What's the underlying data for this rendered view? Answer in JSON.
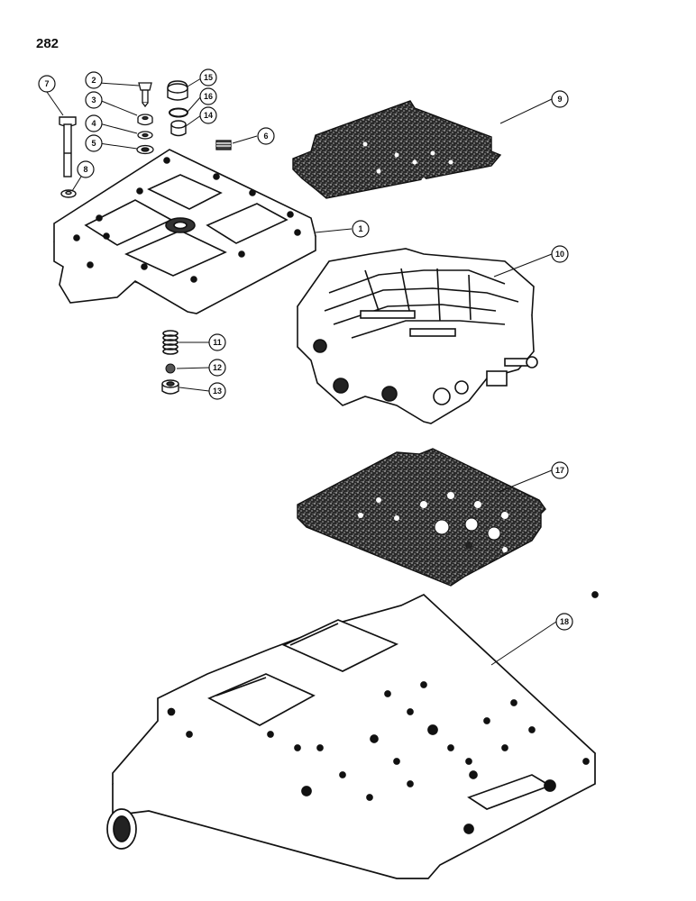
{
  "page_number": "282",
  "callouts": [
    {
      "id": "c1",
      "label": "1"
    },
    {
      "id": "c2",
      "label": "2"
    },
    {
      "id": "c3",
      "label": "3"
    },
    {
      "id": "c4",
      "label": "4"
    },
    {
      "id": "c5",
      "label": "5"
    },
    {
      "id": "c6",
      "label": "6"
    },
    {
      "id": "c7",
      "label": "7"
    },
    {
      "id": "c8",
      "label": "8"
    },
    {
      "id": "c9",
      "label": "9"
    },
    {
      "id": "c10",
      "label": "10"
    },
    {
      "id": "c11",
      "label": "11"
    },
    {
      "id": "c12",
      "label": "12"
    },
    {
      "id": "c13",
      "label": "13"
    },
    {
      "id": "c14",
      "label": "14"
    },
    {
      "id": "c15",
      "label": "15"
    },
    {
      "id": "c16",
      "label": "16"
    },
    {
      "id": "c17",
      "label": "17"
    },
    {
      "id": "c18",
      "label": "18"
    }
  ],
  "colors": {
    "ink": "#111111",
    "paper": "#ffffff",
    "gasket": "#555555"
  }
}
